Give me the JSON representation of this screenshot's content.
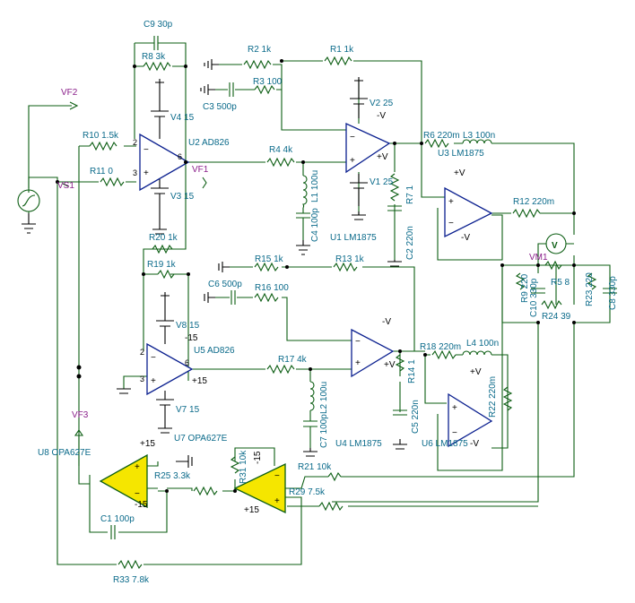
{
  "components": {
    "C9": "C9 30p",
    "R8": "R8 3k",
    "R2": "R2 1k",
    "R1": "R1 1k",
    "R3": "R3 100",
    "C3": "C3 500p",
    "V2": "V2 25",
    "V4": "V4 15",
    "V3": "V3 15",
    "R10": "R10 1.5k",
    "R11": "R11 0",
    "U2": "U2 AD826",
    "R4": "R4 4k",
    "L1": "L1 100u",
    "C4": "C4 100p",
    "V1": "V1 25",
    "R7": "R7 1",
    "C2": "C2 220n",
    "U1": "U1 LM1875",
    "R6": "R6 220m",
    "L3": "L3 100n",
    "U3": "U3 LM1875",
    "R12": "R12 220m",
    "R20": "R20 1k",
    "R19": "R19 1k",
    "R15": "R15 1k",
    "R13": "R13 1k",
    "C6": "C6 500p",
    "R16": "R16 100",
    "V8": "V8 15",
    "U5": "U5 AD826",
    "R17": "R17 4k",
    "V7": "V7 15",
    "L2": "L2 100u",
    "C7": "C7 100p",
    "R14": "R14 1",
    "C5": "C5 220n",
    "R18": "R18 220m",
    "L4": "L4 100n",
    "R22": "R22 220m",
    "U4": "U4 LM1875",
    "U6": "U6 LM1875",
    "R5": "R5 8",
    "R9": "R9 220",
    "C10": "C10 330p",
    "R23": "R23 220",
    "C8": "C8 330p",
    "R24": "R24 39",
    "U7": "U7 OPA627E",
    "U8": "U8 OPA627E",
    "R25": "R25 3.3k",
    "R31": "R31 10k",
    "R21": "R21 10k",
    "R29": "R29 7.5k",
    "C1": "C1 100p",
    "R33": "R33 7.8k"
  },
  "probes": {
    "VF2": "VF2",
    "VF1": "VF1",
    "VF3": "VF3",
    "VS1": "VS1",
    "VM1": "VM1"
  },
  "pins": {
    "u2_p2": "2",
    "u2_p3": "3",
    "u2_p6": "6",
    "u5_p2": "2",
    "u5_p3": "3",
    "u5_p6": "6",
    "u5_neg15": "-15",
    "u5_pos15": "+15",
    "u8_pos15": "+15",
    "u8_neg15": "-15",
    "u7_neg15": "-15",
    "u7_pos15": "+15",
    "u1_neg": "-V",
    "u1_pos": "+V",
    "u3_pos": "+V",
    "u3_neg": "-V",
    "u4_neg": "-V",
    "u4_pos": "+V",
    "u6_pos": "+V",
    "u6_neg": "-V",
    "v2_neg": "-V",
    "v1_pos": "+V"
  },
  "meter_symbol": "V",
  "colors": {
    "wire": "#0b5d12",
    "label": "#0a6a8a",
    "probe": "#8a1f8a",
    "opamp": "#0a1f8f",
    "opamp_fill_yellow": "#f5e600"
  }
}
